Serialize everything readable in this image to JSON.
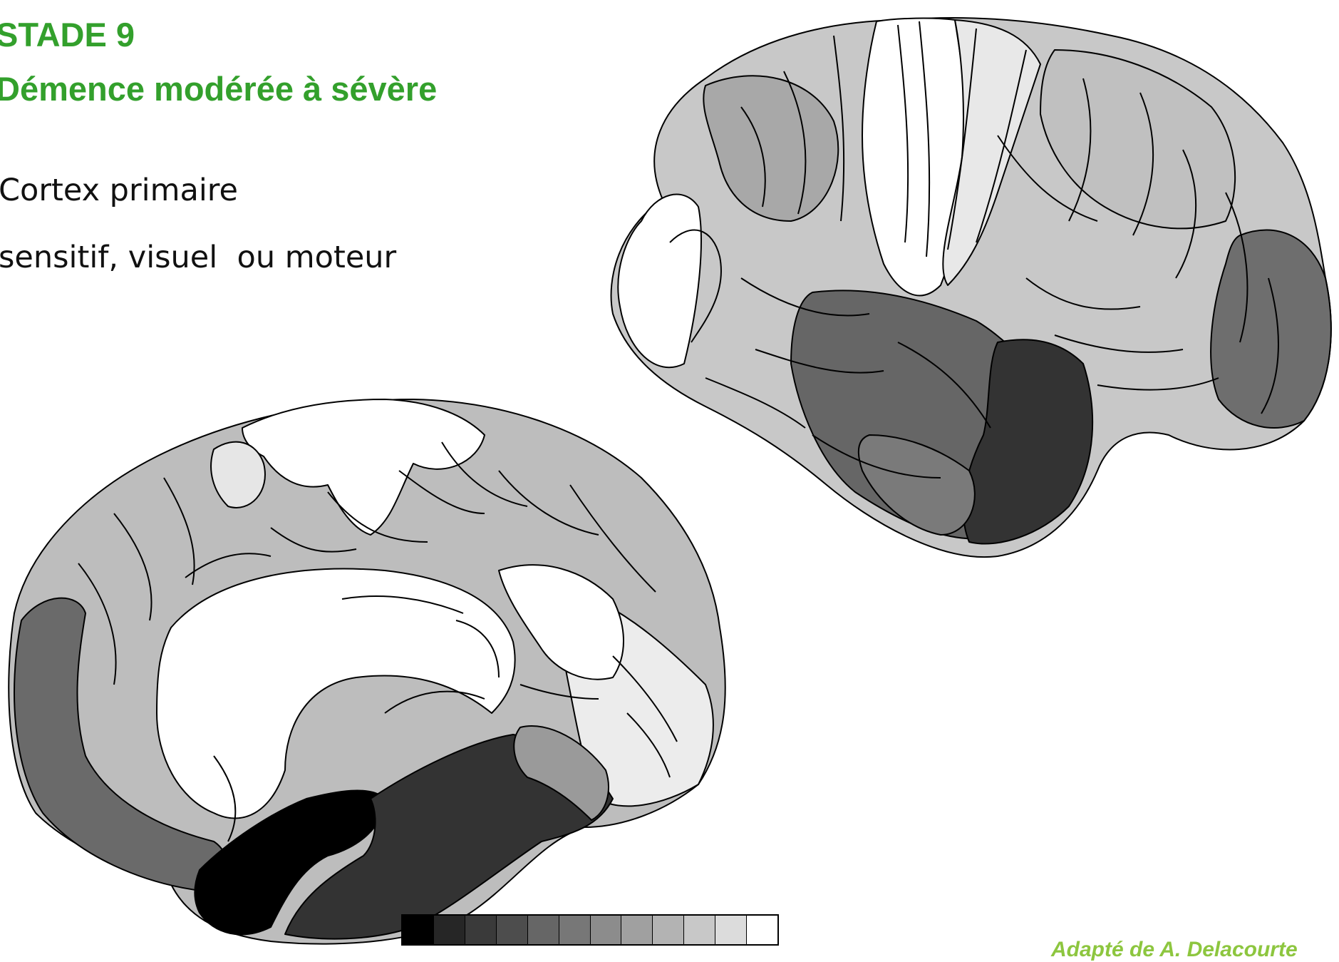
{
  "heading": {
    "stage": "STADE 9",
    "subtitle": "Démence modérée à sévère"
  },
  "text_lines": [
    "Cortex primaire",
    "sensitif, visuel  ou moteur"
  ],
  "credit": "Adapté de A. Delacourte",
  "colors": {
    "title": "#33a02c",
    "credit": "#8dc63f",
    "outline": "#000000"
  },
  "scale_shades": [
    "#000000",
    "#262626",
    "#3a3a3a",
    "#4d4d4d",
    "#666666",
    "#777777",
    "#8c8c8c",
    "#a0a0a0",
    "#b3b3b3",
    "#c8c8c8",
    "#dcdcdc",
    "#ffffff"
  ]
}
